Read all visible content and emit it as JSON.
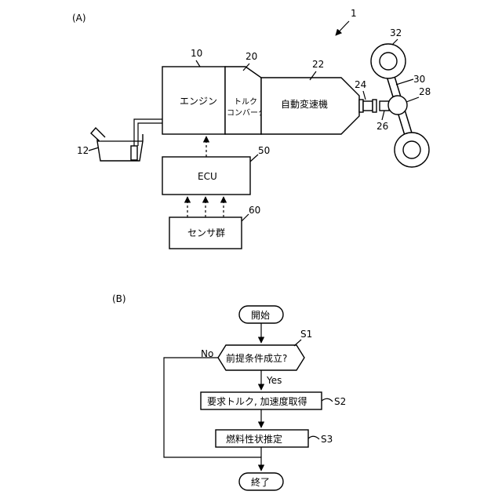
{
  "panelA": {
    "label": "(A)",
    "system_ref": "1",
    "engine": {
      "ref": "10",
      "text": "エンジン"
    },
    "torque_converter": {
      "ref": "20",
      "line1": "トルク",
      "line2": "コンバータ"
    },
    "transmission": {
      "ref": "22",
      "text": "自動変速機"
    },
    "coupling_ref": "24",
    "shaft_ref": "26",
    "differential_ref": "28",
    "axle_ref": "30",
    "wheel_ref": "32",
    "fuel_tank_ref": "12",
    "ecu": {
      "ref": "50",
      "text": "ECU"
    },
    "sensors": {
      "ref": "60",
      "text": "センサ群"
    }
  },
  "panelB": {
    "label": "(B)",
    "start": "開始",
    "decision": {
      "text": "前提条件成立?",
      "ref": "S1",
      "no": "No",
      "yes": "Yes"
    },
    "step2": {
      "text": "要求トルク, 加速度取得",
      "ref": "S2"
    },
    "step3": {
      "text": "燃料性状推定",
      "ref": "S3"
    },
    "end": "終了"
  }
}
